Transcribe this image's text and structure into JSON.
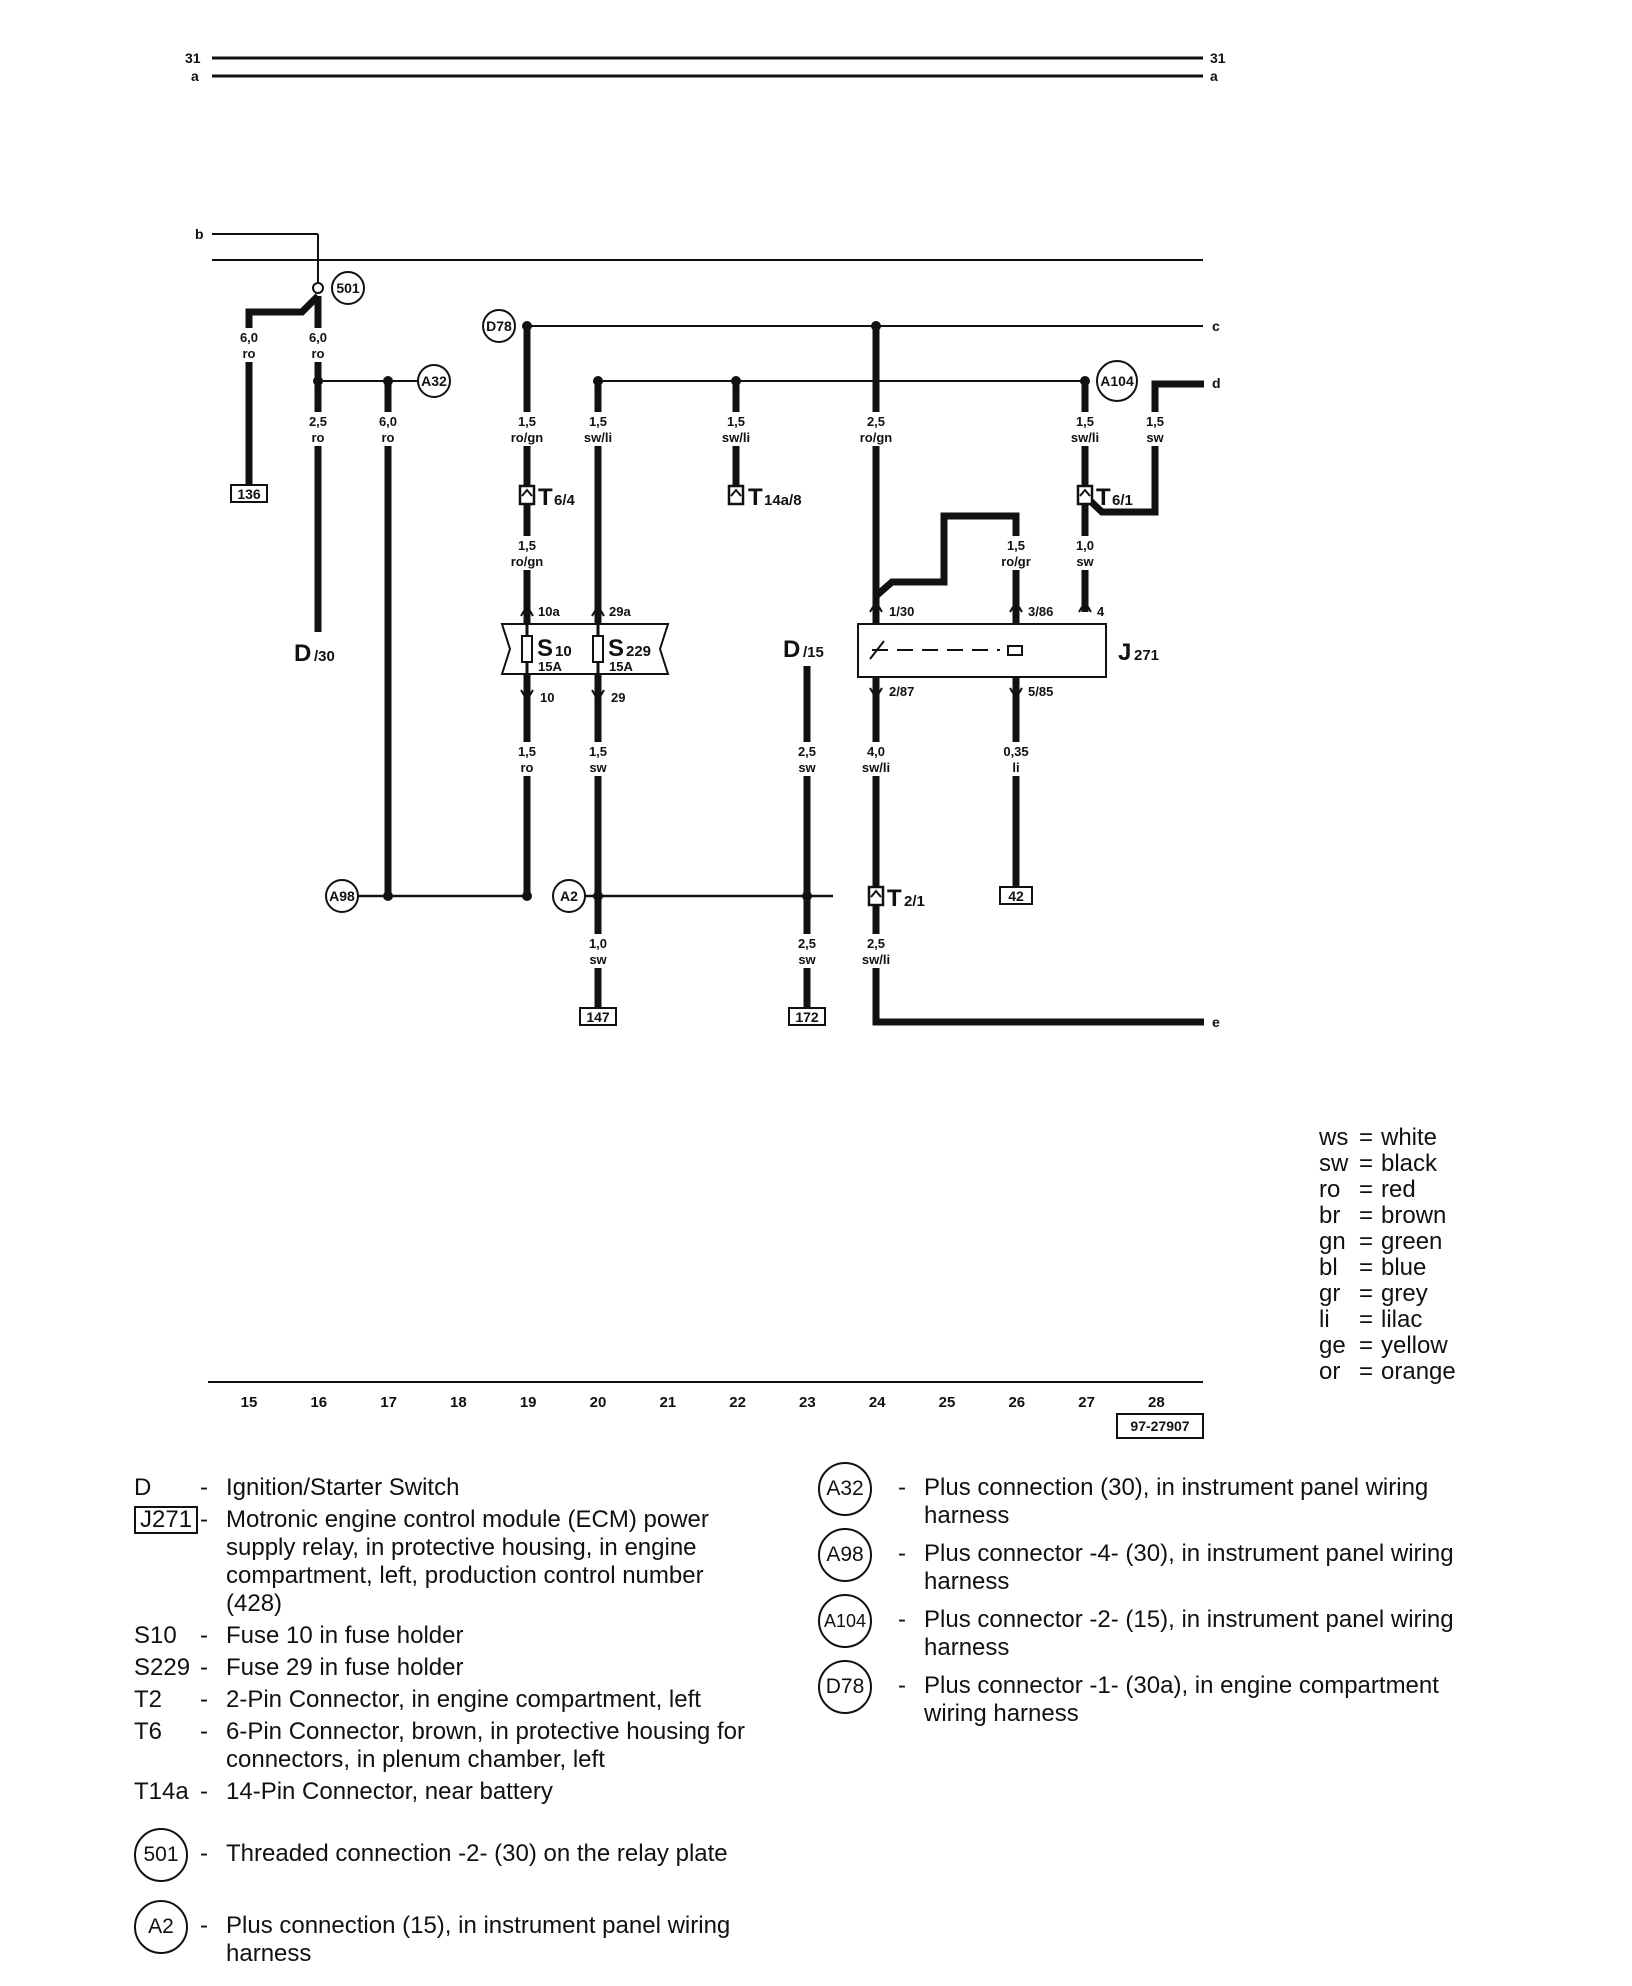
{
  "rails": {
    "top1": "31",
    "top2": "a"
  },
  "edge_labels": {
    "b": "b",
    "c": "c",
    "d": "d",
    "e": "e"
  },
  "connections": {
    "c501": "501",
    "d78": "D78",
    "a32": "A32",
    "a104": "A104",
    "a98": "A98",
    "a2": "A2"
  },
  "wires": {
    "w1": {
      "size": "6,0",
      "color": "ro"
    },
    "w2": {
      "size": "6,0",
      "color": "ro"
    },
    "w3": {
      "size": "2,5",
      "color": "ro"
    },
    "w4": {
      "size": "6,0",
      "color": "ro"
    },
    "w5": {
      "size": "1,5",
      "color": "ro/gn"
    },
    "w6": {
      "size": "1,5",
      "color": "sw/li"
    },
    "w7": {
      "size": "1,5",
      "color": "sw/li"
    },
    "w8": {
      "size": "2,5",
      "color": "ro/gn"
    },
    "w9": {
      "size": "1,5",
      "color": "sw/li"
    },
    "w10": {
      "size": "1,5",
      "color": "sw"
    },
    "w11": {
      "size": "1,5",
      "color": "ro/gn"
    },
    "w12": {
      "size": "1,5",
      "color": "ro/gr"
    },
    "w13": {
      "size": "1,0",
      "color": "sw"
    },
    "w14": {
      "size": "1,5",
      "color": "ro"
    },
    "w15": {
      "size": "1,5",
      "color": "sw"
    },
    "w16": {
      "size": "2,5",
      "color": "sw"
    },
    "w17": {
      "size": "4,0",
      "color": "sw/li"
    },
    "w18": {
      "size": "0,35",
      "color": "li"
    },
    "w19": {
      "size": "1,0",
      "color": "sw"
    },
    "w20": {
      "size": "2,5",
      "color": "sw"
    },
    "w21": {
      "size": "2,5",
      "color": "sw/li"
    }
  },
  "connectors": {
    "t64": {
      "main": "T",
      "sub": "6/4"
    },
    "t14a8": {
      "main": "T",
      "sub": "14a/8"
    },
    "t61": {
      "main": "T",
      "sub": "6/1"
    },
    "t21": {
      "main": "T",
      "sub": "2/1"
    }
  },
  "refs": {
    "r136": "136",
    "r147": "147",
    "r172": "172",
    "r42": "42"
  },
  "components": {
    "d30": {
      "main": "D",
      "sub": "/30"
    },
    "d15": {
      "main": "D",
      "sub": "/15"
    },
    "j271": {
      "main": "J",
      "sub": "271"
    },
    "s10": {
      "main": "S",
      "sub": "10",
      "rating": "15A"
    },
    "s229": {
      "main": "S",
      "sub": "229",
      "rating": "15A"
    }
  },
  "terminals": {
    "t10a": "10a",
    "t29a": "29a",
    "t10": "10",
    "t29": "29",
    "t130": "1/30",
    "t386": "3/86",
    "t4": "4",
    "t287": "2/87",
    "t585": "5/85"
  },
  "track_numbers": [
    "15",
    "16",
    "17",
    "18",
    "19",
    "20",
    "21",
    "22",
    "23",
    "24",
    "25",
    "26",
    "27",
    "28"
  ],
  "drawing_number": "97-27907",
  "color_legend": [
    {
      "code": "ws",
      "name": "white"
    },
    {
      "code": "sw",
      "name": "black"
    },
    {
      "code": "ro",
      "name": "red"
    },
    {
      "code": "br",
      "name": "brown"
    },
    {
      "code": "gn",
      "name": "green"
    },
    {
      "code": "bl",
      "name": "blue"
    },
    {
      "code": "gr",
      "name": "grey"
    },
    {
      "code": "li",
      "name": "lilac"
    },
    {
      "code": "ge",
      "name": "yellow"
    },
    {
      "code": "or",
      "name": "orange"
    }
  ],
  "legend_left": [
    {
      "key": "D",
      "desc": "Ignition/Starter Switch"
    },
    {
      "key": "J271",
      "desc": "Motronic engine control module (ECM) power supply relay, in protective housing, in engine compartment, left, production control number (428)"
    },
    {
      "key": "S10",
      "desc": "Fuse 10 in fuse holder"
    },
    {
      "key": "S229",
      "desc": "Fuse 29 in fuse holder"
    },
    {
      "key": "T2",
      "desc": "2-Pin Connector, in engine compartment, left"
    },
    {
      "key": "T6",
      "desc": "6-Pin Connector, brown, in protective housing for connectors, in plenum chamber, left"
    },
    {
      "key": "T14a",
      "desc": "14-Pin Connector, near battery"
    },
    {
      "key": "501",
      "desc": "Threaded connection -2- (30) on the relay plate"
    },
    {
      "key": "A2",
      "desc": "Plus connection (15), in instrument panel wiring harness"
    }
  ],
  "legend_right": [
    {
      "key": "A32",
      "desc": "Plus connection (30), in instrument panel wiring harness"
    },
    {
      "key": "A98",
      "desc": "Plus connector -4- (30), in instrument panel wiring harness"
    },
    {
      "key": "A104",
      "desc": "Plus connector -2- (15), in instrument panel wiring harness"
    },
    {
      "key": "D78",
      "desc": "Plus connector -1- (30a), in engine compartment wiring harness"
    }
  ]
}
